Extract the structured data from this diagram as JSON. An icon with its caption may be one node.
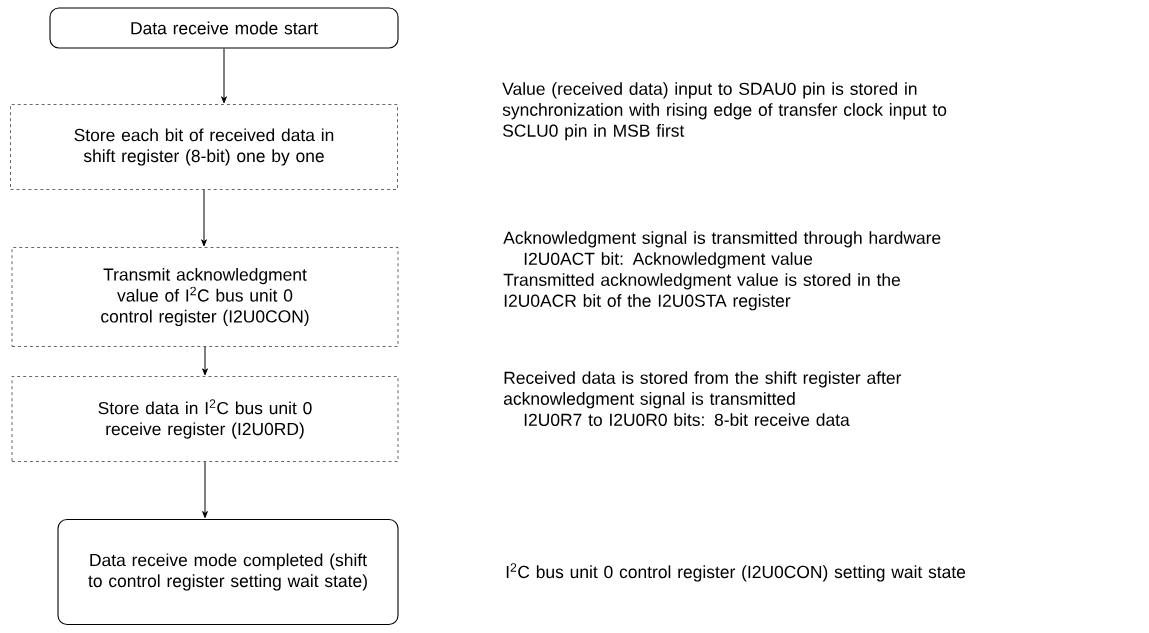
{
  "diagram": {
    "nodes": [
      {
        "text": [
          "Data receive mode start"
        ]
      },
      {
        "text": [
          "Store each bit of received data in shift register (8-bit) one by one"
        ]
      },
      {
        "text": [
          "Transmit acknowledgment value of I$^{2}$C bus unit 0 control register (I2U0CON)"
        ]
      },
      {
        "text": [
          "Store data in I$^{2}$C bus unit 0 receive register (I2U0RD)"
        ]
      },
      {
        "text": [
          "Data receive mode completed (shift to control register setting wait state)"
        ]
      }
    ],
    "edges": [
      {
        "from": 0,
        "to": 1,
        "arrow": "to"
      },
      {
        "from": 1,
        "to": 2,
        "arrow": "to"
      },
      {
        "from": 2,
        "to": 3,
        "arrow": "to"
      },
      {
        "from": 3,
        "to": 4,
        "arrow": "to"
      }
    ],
    "labels": [
      "Value (received data) input to SDAU0 pin is stored in synchronization with rising edge of transfer clock input to SCLU0 pin in MSB first",
      "Acknowledgment signal is transmitted through hardware",
      "I2U0ACT bit: Acknowledgment value",
      "Transmitted acknowledgment value is stored in the I2U0ACR bit of the I2U0STA register",
      "Received data is stored from the shift register after acknowledgment signal is transmitted",
      "I2U0R7 to I2U0R0 bits: 8-bit receive data",
      "I$^{2}$C bus unit 0 control register (I2U0CON) setting wait state"
    ]
  }
}
